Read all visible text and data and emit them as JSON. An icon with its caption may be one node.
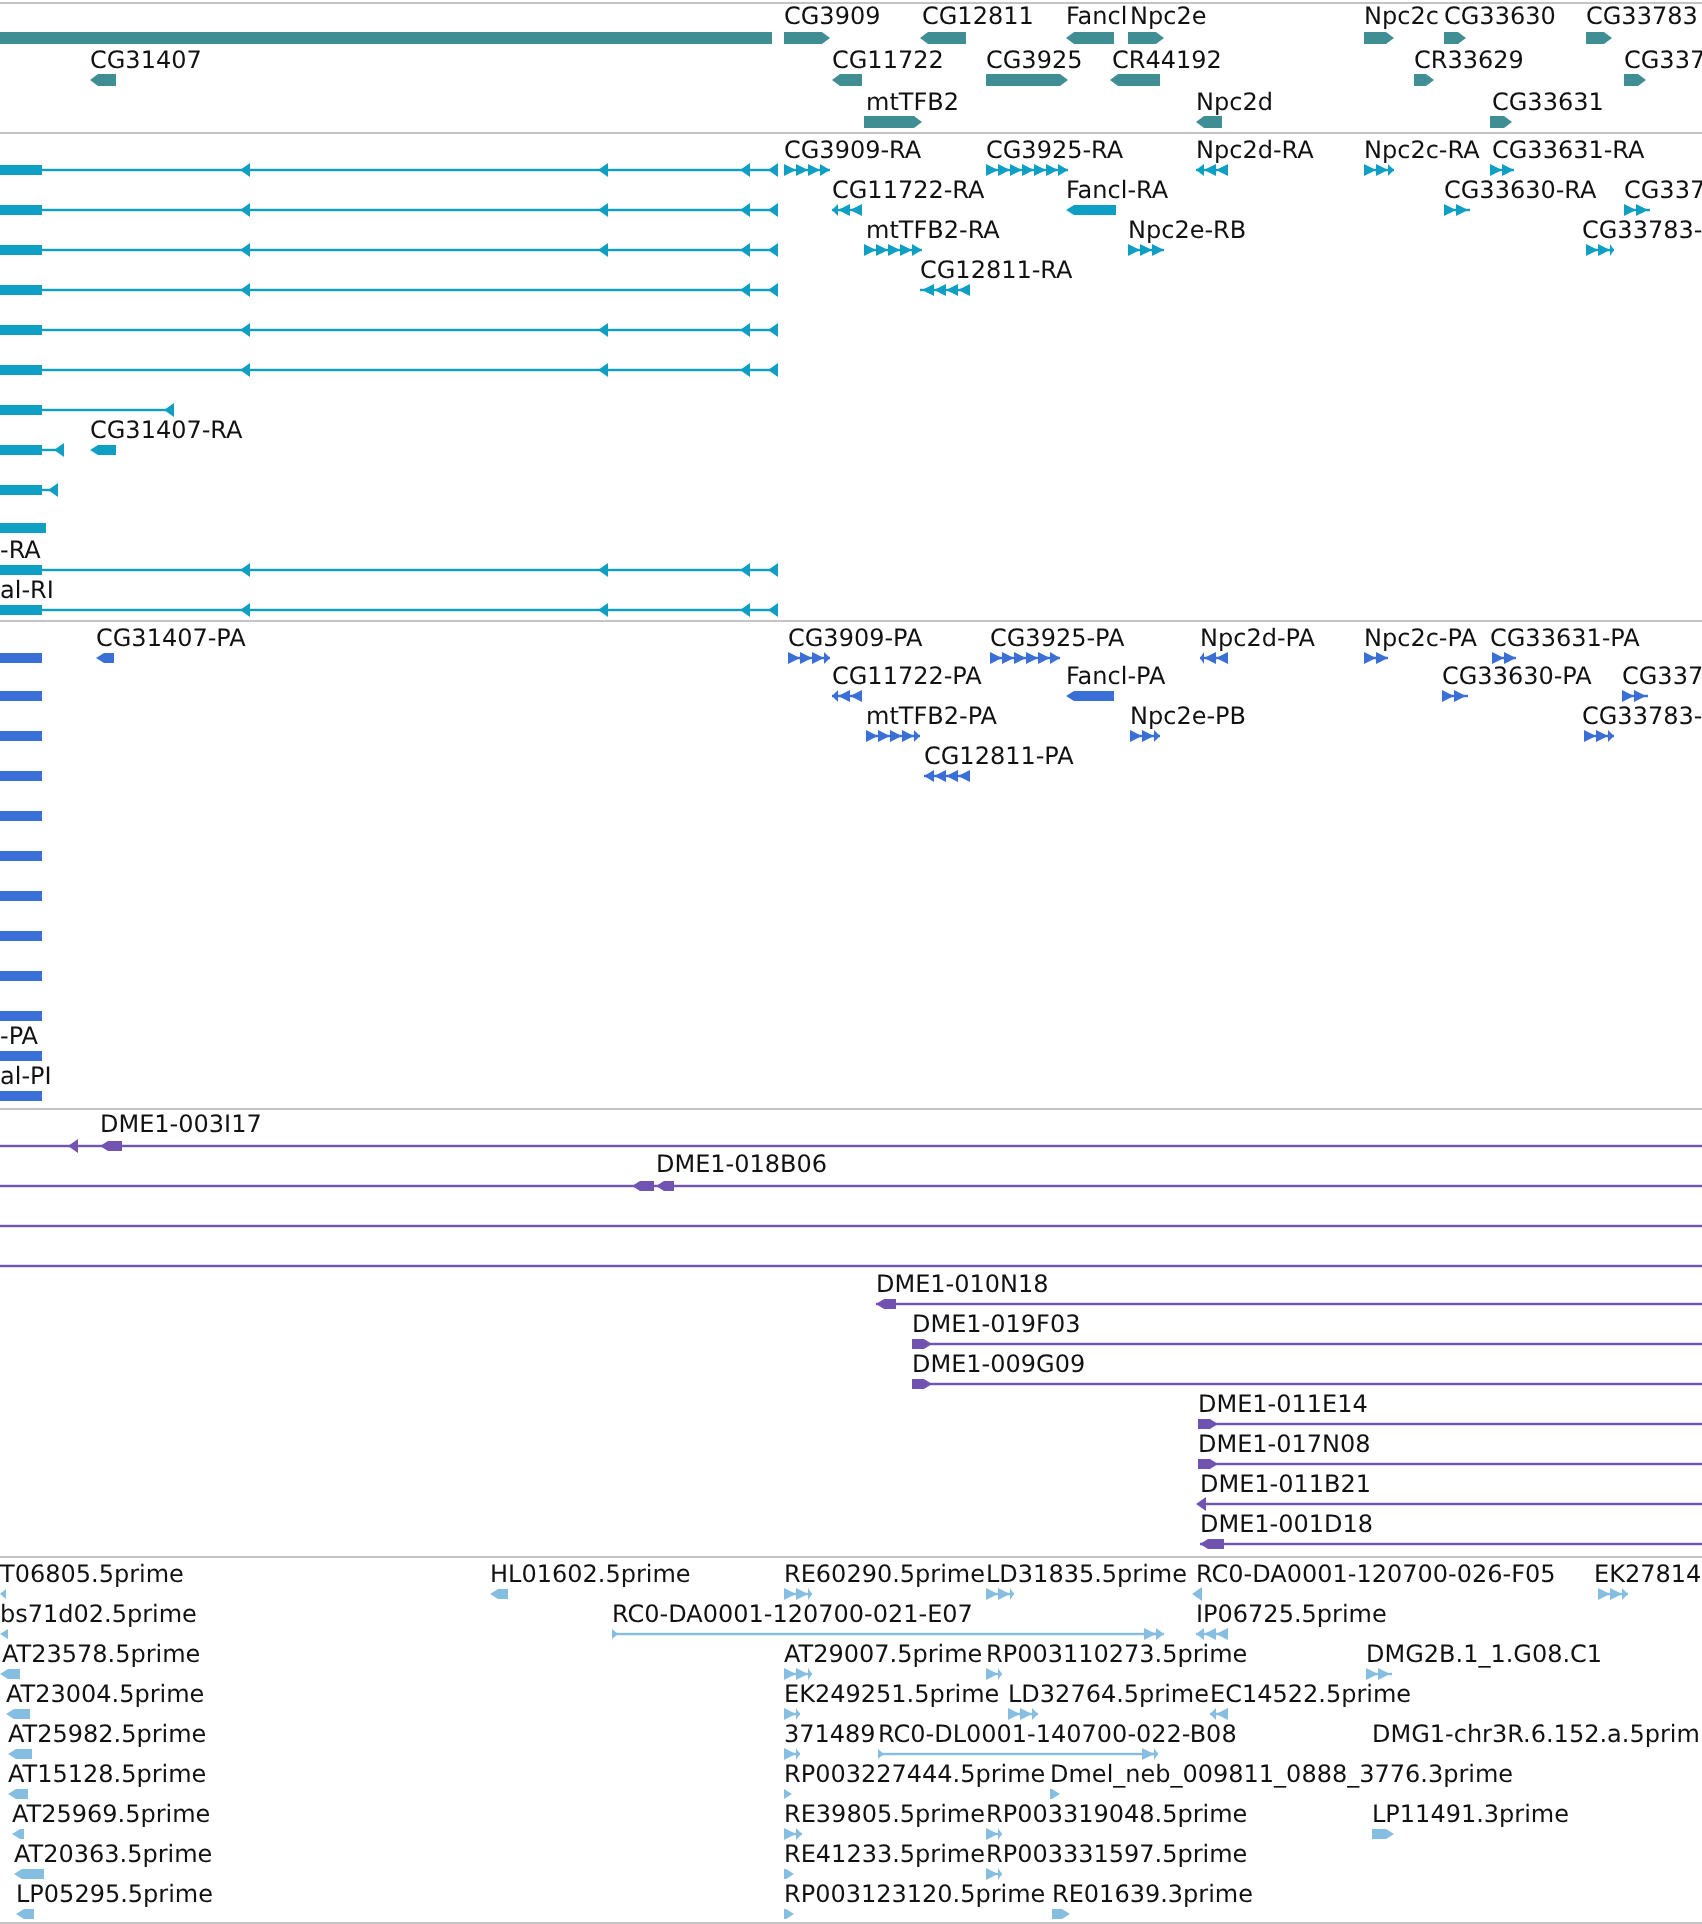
{
  "diagram": {
    "labels": [
      "CG3909",
      "CG12811",
      "Fancl",
      "Npc2e",
      "Npc2c",
      "CG33630",
      "CG33783",
      "CG31407",
      "CG11722",
      "CG3925",
      "CR44192",
      "CR33629",
      "CG337",
      "mtTFB2",
      "Npc2d",
      "CG33631",
      "CG3909-RA",
      "CG3925-RA",
      "Npc2d-RA",
      "Npc2c-RA",
      "CG33631-RA",
      "CG11722-RA",
      "Fancl-RA",
      "CG33630-RA",
      "CG337",
      "mtTFB2-RA",
      "Npc2e-RB",
      "CG33783-",
      "CG12811-RA",
      "CG31407-RA",
      "-RA",
      "al-RI",
      "CG31407-PA",
      "CG3909-PA",
      "CG3925-PA",
      "Npc2d-PA",
      "Npc2c-PA",
      "CG33631-PA",
      "CG11722-PA",
      "Fancl-PA",
      "CG33630-PA",
      "CG337",
      "mtTFB2-PA",
      "Npc2e-PB",
      "CG33783-",
      "CG12811-PA",
      "-PA",
      "al-PI",
      "DME1-003I17",
      "DME1-018B06",
      "DME1-010N18",
      "DME1-019F03",
      "DME1-009G09",
      "DME1-011E14",
      "DME1-017N08",
      "DME1-011B21",
      "DME1-001D18",
      "T06805.5prime",
      "HL01602.5prime",
      "RE60290.5prime",
      "LD31835.5prime",
      "RC0-DA0001-120700-026-F05",
      "EK27814",
      "bs71d02.5prime",
      "RC0-DA0001-120700-021-E07",
      "IP06725.5prime",
      "AT23578.5prime",
      "AT29007.5prime",
      "RP003110273.5prime",
      "DMG2B.1_1.G08.C1",
      "AT23004.5prime",
      "EK249251.5prime",
      "LD32764.5prime",
      "EC14522.5prime",
      "AT25982.5prime",
      "371489",
      "RC0-DL0001-140700-022-B08",
      "DMG1-chr3R.6.152.a.5prim",
      "AT15128.5prime",
      "RP003227444.5prime",
      "Dmel_neb_009811_0888_3776.3prime",
      "AT25969.5prime",
      "RE39805.5prime",
      "RP003319048.5prime",
      "LP11491.3prime",
      "AT20363.5prime",
      "RE41233.5prime",
      "RP003331597.5prime",
      "LP05295.5prime",
      "RP003123120.5prime",
      "RE01639.3prime"
    ]
  }
}
